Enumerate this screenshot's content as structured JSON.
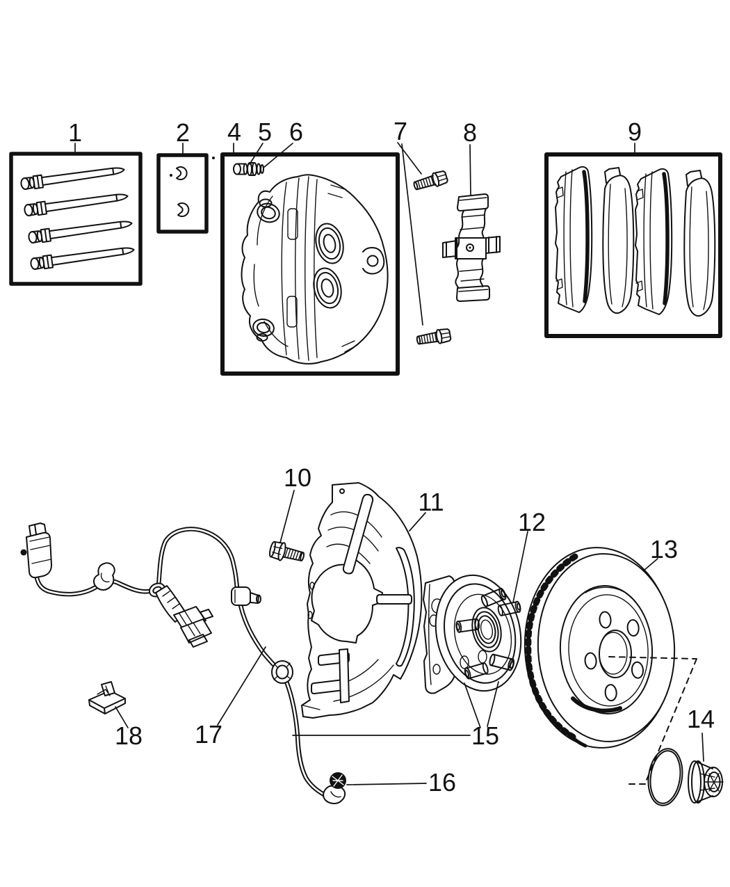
{
  "figure": {
    "type": "exploded-parts-diagram",
    "subject": "front disc brake assembly",
    "colors": {
      "line": "#111111",
      "background": "#ffffff"
    }
  },
  "callouts": [
    {
      "label": "1"
    },
    {
      "label": "2"
    },
    {
      "label": "4"
    },
    {
      "label": "5"
    },
    {
      "label": "6"
    },
    {
      "label": "7"
    },
    {
      "label": "8"
    },
    {
      "label": "9"
    },
    {
      "label": "10"
    },
    {
      "label": "11"
    },
    {
      "label": "12"
    },
    {
      "label": "13"
    },
    {
      "label": "14"
    },
    {
      "label": "15"
    },
    {
      "label": "16"
    },
    {
      "label": "17"
    },
    {
      "label": "18"
    }
  ]
}
